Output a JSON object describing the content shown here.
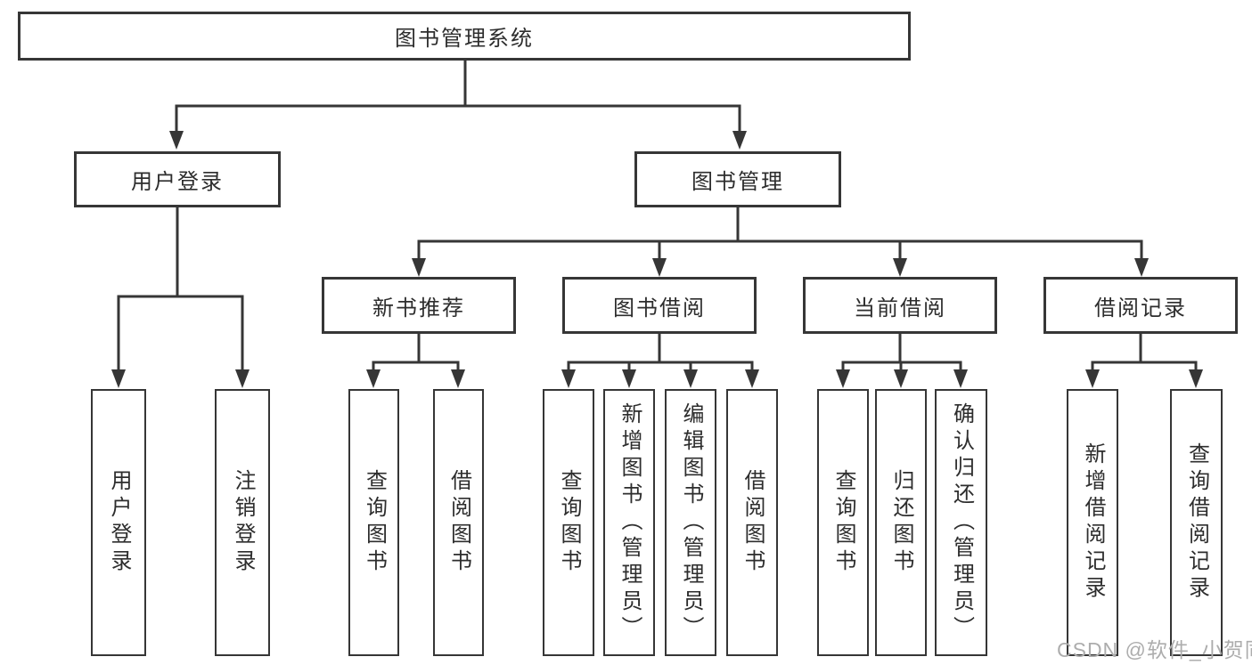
{
  "page": {
    "background": "#ffffff"
  },
  "colors": {
    "line": "#363636",
    "box_border": "#363636",
    "box_fill": "#ffffff",
    "text": "#2d2d2d",
    "watermark_text": "#adadad"
  },
  "diagram": {
    "root": {
      "label": "图书管理系统"
    },
    "modules": [
      {
        "label": "用户登录",
        "children": [
          {
            "label": "用户登录"
          },
          {
            "label": "注销登录"
          }
        ]
      },
      {
        "label": "图书管理",
        "children": [
          {
            "label": "新书推荐",
            "children": [
              {
                "label": "查询图书"
              },
              {
                "label": "借阅图书"
              }
            ]
          },
          {
            "label": "图书借阅",
            "children": [
              {
                "label": "查询图书"
              },
              {
                "label": "新增图书（管理员）"
              },
              {
                "label": "编辑图书（管理员）"
              },
              {
                "label": "借阅图书"
              }
            ]
          },
          {
            "label": "当前借阅",
            "children": [
              {
                "label": "查询图书"
              },
              {
                "label": "归还图书"
              },
              {
                "label": "确认归还（管理员）"
              }
            ]
          },
          {
            "label": "借阅记录",
            "children": [
              {
                "label": "新增借阅记录"
              },
              {
                "label": "查询借阅记录"
              }
            ]
          }
        ]
      }
    ]
  },
  "watermark": {
    "text": "CSDN @软件_小贺同学"
  }
}
